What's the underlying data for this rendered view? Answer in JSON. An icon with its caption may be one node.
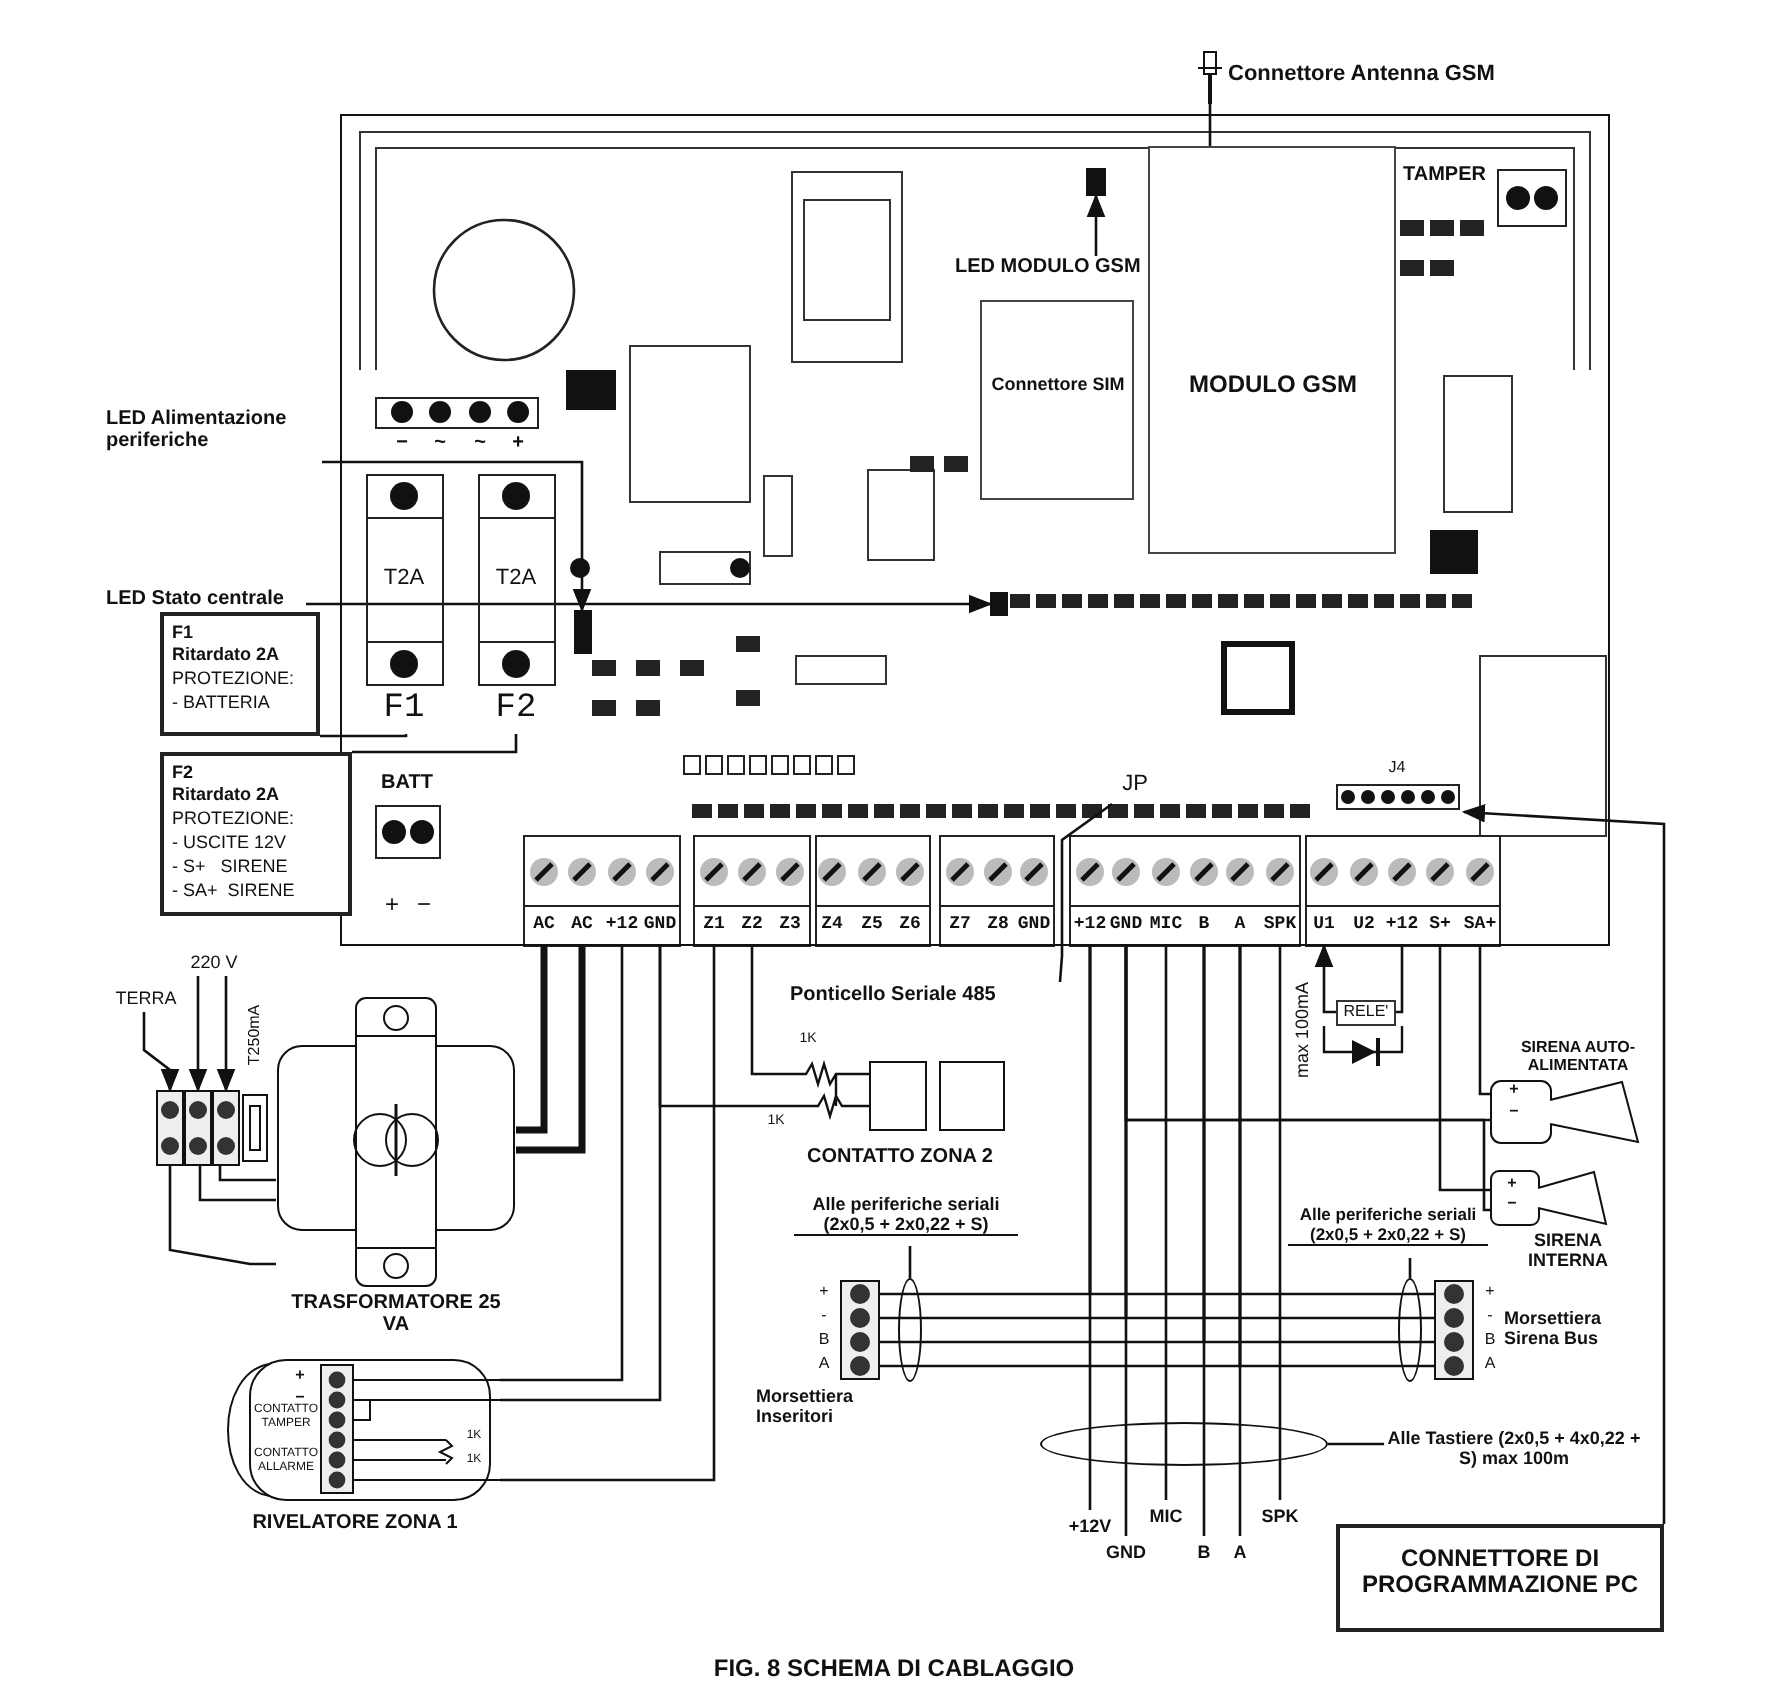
{
  "diagram": {
    "caption": "FIG. 8 SCHEMA DI CABLAGGIO",
    "nodes": [
      {
        "text": [],
        "shape": "box"
      },
      {
        "text": [
          "MODULO GSM"
        ],
        "in": 0
      },
      {
        "text": [
          "Connettore SIM"
        ],
        "in": 0
      },
      {
        "text": [
          "TAMPER"
        ],
        "in": 0
      },
      {
        "text": [
          "T2A"
        ],
        "beside": [
          "F1"
        ],
        "in": 0
      },
      {
        "text": [
          "T2A"
        ],
        "beside": [
          "F2"
        ],
        "in": 0
      },
      {
        "text": [
          "BATT"
        ],
        "in": 0
      },
      {
        "text": [
          "J4"
        ],
        "in": 0
      },
      {
        "text": [],
        "shape": "box",
        "in": 0
      },
      {
        "text": [],
        "shape": "box",
        "in": 0
      },
      {
        "text": [],
        "shape": "box",
        "in": 0
      },
      {
        "text": [
          "JP"
        ],
        "in": 0
      },
      {
        "text": [],
        "shape": "picture",
        "beside": [
          "Connettore Antenna GSM"
        ]
      },
      {
        "text": [
          "LED MODULO GSM"
        ],
        "in": 0
      },
      {
        "text": [
          "LED Alimentazione periferiche"
        ]
      },
      {
        "text": [
          "LED Stato centrale"
        ]
      },
      {
        "text": [
          "F1",
          "Ritardato 2A",
          "PROTEZIONE:",
          "- BATTERIA"
        ]
      },
      {
        "text": [
          "F2",
          "Ritardato 2A",
          "PROTEZIONE:",
          "- USCITE 12V",
          "- S+   SIRENE",
          "- SA+  SIRENE"
        ]
      },
      {
        "text": [
          "Ponticello Seriale 485"
        ]
      },
      {
        "text": [
          "CONNETTORE DI PROGRAMMAZIONE PC"
        ]
      },
      {
        "text": [],
        "shape": "picture",
        "beside": [
          "TRASFORMATORE 25 VA"
        ]
      },
      {
        "text": [],
        "shape": "picture"
      },
      {
        "text": [],
        "shape": "picture",
        "beside": [
          "RIVELATORE ZONA 1"
        ]
      },
      {
        "text": [],
        "shape": "picture",
        "beside": [
          "CONTATTO ZONA 2"
        ]
      },
      {
        "text": [],
        "shape": "picture",
        "beside": [
          "+",
          "-",
          "B",
          "A",
          "Morsettiera Inseritori"
        ]
      },
      {
        "text": [],
        "shape": "picture",
        "beside": [
          "+",
          "-",
          "B",
          "A",
          "Morsettiera Sirena Bus"
        ]
      },
      {
        "text": [],
        "shape": "picture",
        "beside": [
          "SIRENA AUTO-ALIMENTATA"
        ]
      },
      {
        "text": [],
        "shape": "picture",
        "beside": [
          "SIRENA INTERNA"
        ]
      },
      {
        "text": [
          "RELE'"
        ]
      },
      {
        "text": [
          "TERRA"
        ]
      },
      {
        "text": [
          "220 V"
        ]
      },
      {
        "text": [
          "Alle periferiche seriali (2x0,5 + 2x0,22 + S)"
        ]
      },
      {
        "text": [],
        "shape": "ellipse"
      },
      {
        "text": [
          "Alle periferiche seriali (2x0,5 + 2x0,22 + S)"
        ]
      },
      {
        "text": [],
        "shape": "ellipse"
      },
      {
        "text": [
          "Alle Tastiere (2x0,5 + 4x0,22 + S) max 100m"
        ]
      },
      {
        "text": [],
        "shape": "ellipse"
      }
    ],
    "edges": [
      {
        "from": 12,
        "to": 1,
        "arrow": "none"
      },
      {
        "from": 13,
        "to": 8,
        "arrow": "to"
      },
      {
        "from": 14,
        "to": 9,
        "arrow": "to"
      },
      {
        "from": 15,
        "to": 10,
        "arrow": "to"
      },
      {
        "from": 16,
        "to": 4,
        "arrow": "none"
      },
      {
        "from": 17,
        "to": 5,
        "arrow": "none"
      },
      {
        "from": 18,
        "to": 11,
        "arrow": "none"
      },
      {
        "from": 19,
        "to": 7,
        "arrow": "to"
      },
      {
        "from": 29,
        "to": 21,
        "arrow": "to"
      },
      {
        "from": 30,
        "to": 21,
        "arrow": "to"
      },
      {
        "from": 30,
        "to": 21,
        "arrow": "to"
      },
      {
        "from": 21,
        "to": 20,
        "arrow": "none"
      },
      {
        "from": 21,
        "to": 20,
        "arrow": "none"
      },
      {
        "from": 21,
        "to": 20,
        "arrow": "none"
      },
      {
        "from": 0,
        "to": 20,
        "arrow": "none",
        "style": "thick"
      },
      {
        "from": 0,
        "to": 20,
        "arrow": "none",
        "style": "thick"
      },
      {
        "from": 0,
        "to": 22,
        "arrow": "none"
      },
      {
        "from": 0,
        "to": 22,
        "arrow": "none"
      },
      {
        "from": 0,
        "to": 22,
        "arrow": "none"
      },
      {
        "from": 0,
        "to": 23,
        "arrow": "none"
      },
      {
        "from": 0,
        "to": 23,
        "arrow": "none"
      },
      {
        "from": 0,
        "to": 24,
        "arrow": "none"
      },
      {
        "from": 0,
        "to": 24,
        "arrow": "none"
      },
      {
        "from": 0,
        "to": 24,
        "arrow": "none"
      },
      {
        "from": 0,
        "to": 24,
        "arrow": "none"
      },
      {
        "from": 0,
        "to": 25,
        "arrow": "none"
      },
      {
        "from": 0,
        "to": 25,
        "arrow": "none"
      },
      {
        "from": 0,
        "to": 25,
        "arrow": "none"
      },
      {
        "from": 0,
        "to": 25,
        "arrow": "none"
      },
      {
        "from": 0,
        "to": 26,
        "arrow": "none"
      },
      {
        "from": 0,
        "to": 26,
        "arrow": "none"
      },
      {
        "from": 0,
        "to": 27,
        "arrow": "none"
      },
      {
        "from": 0,
        "to": 27,
        "arrow": "none"
      },
      {
        "from": 28,
        "to": 0,
        "arrow": "to"
      },
      {
        "from": 0,
        "to": 28,
        "arrow": "none"
      },
      {
        "from": 0,
        "to": null,
        "arrow": "none",
        "label": "+12V"
      },
      {
        "from": 0,
        "to": null,
        "arrow": "none",
        "label": "GND"
      },
      {
        "from": 0,
        "to": null,
        "arrow": "none",
        "label": "MIC"
      },
      {
        "from": 0,
        "to": null,
        "arrow": "none",
        "label": "B"
      },
      {
        "from": 0,
        "to": null,
        "arrow": "none",
        "label": "A"
      },
      {
        "from": 0,
        "to": null,
        "arrow": "none",
        "label": "SPK"
      },
      {
        "from": 31,
        "to": 32,
        "arrow": "none"
      },
      {
        "from": 33,
        "to": 34,
        "arrow": "none"
      },
      {
        "from": 35,
        "to": 36,
        "arrow": "none"
      }
    ],
    "labels": [
      "−",
      "~",
      "~",
      "+",
      "AC",
      "AC",
      "+12",
      "GND",
      "Z1",
      "Z2",
      "Z3",
      "Z4",
      "Z5",
      "Z6",
      "Z7",
      "Z8",
      "GND",
      "+12",
      "GND",
      "MIC",
      "B",
      "A",
      "SPK",
      "U1",
      "U2",
      "+12",
      "S+",
      "SA+",
      "+",
      "−",
      "T250mA",
      "1K",
      "1K",
      "+",
      "−",
      "CONTATTO TAMPER",
      "CONTATTO ALLARME",
      "1K",
      "1K",
      "max 100mA",
      "+",
      "−",
      "+",
      "−"
    ]
  }
}
